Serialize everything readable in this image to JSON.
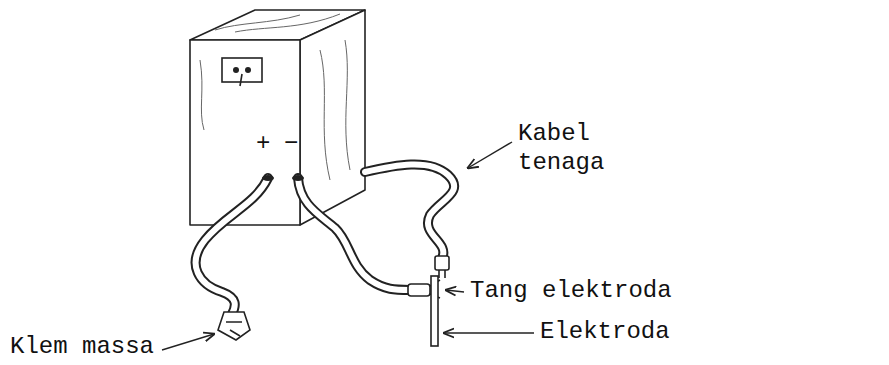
{
  "diagram": {
    "labels": [
      "+",
      "−",
      "Kabel tenaga",
      "Tang elektroda",
      "Elektroda",
      "Klem massa"
    ]
  }
}
